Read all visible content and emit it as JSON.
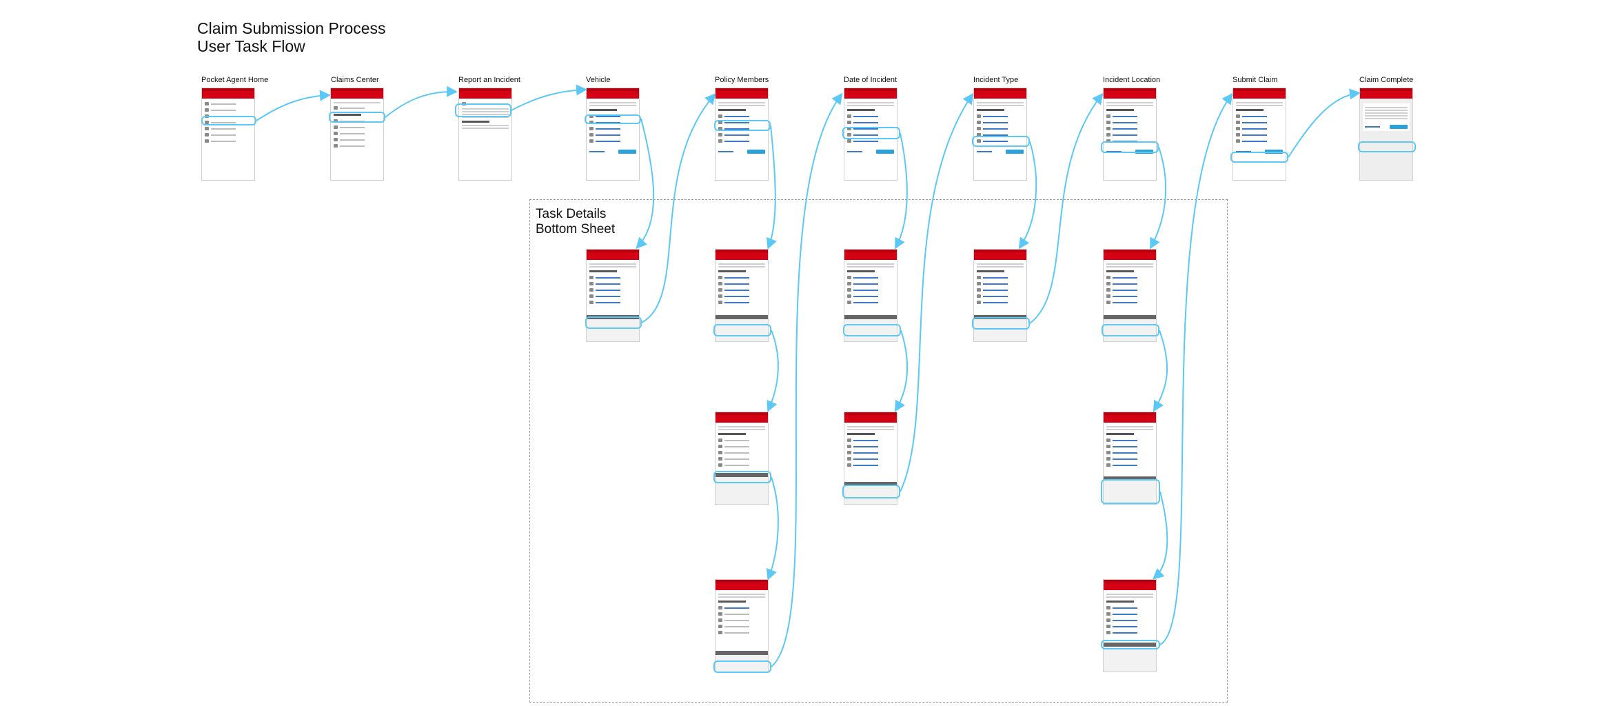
{
  "title": {
    "line1": "Claim Submission Process",
    "line2": "User Task Flow"
  },
  "task_region": {
    "line1": "Task Details",
    "line2": "Bottom Sheet"
  },
  "columns": [
    {
      "id": "home",
      "label": "Pocket Agent Home"
    },
    {
      "id": "claims",
      "label": "Claims Center"
    },
    {
      "id": "report",
      "label": "Report an Incident"
    },
    {
      "id": "vehicle",
      "label": "Vehicle"
    },
    {
      "id": "members",
      "label": "Policy Members"
    },
    {
      "id": "date",
      "label": "Date of Incident"
    },
    {
      "id": "type",
      "label": "Incident Type"
    },
    {
      "id": "location",
      "label": "Incident Location"
    },
    {
      "id": "submit",
      "label": "Submit Claim"
    },
    {
      "id": "complete",
      "label": "Claim Complete"
    }
  ],
  "colors": {
    "accent": "#5bc8f5",
    "header_red": "#d40014",
    "button_blue": "#2aa3dc",
    "link_blue": "#3a78c8"
  }
}
